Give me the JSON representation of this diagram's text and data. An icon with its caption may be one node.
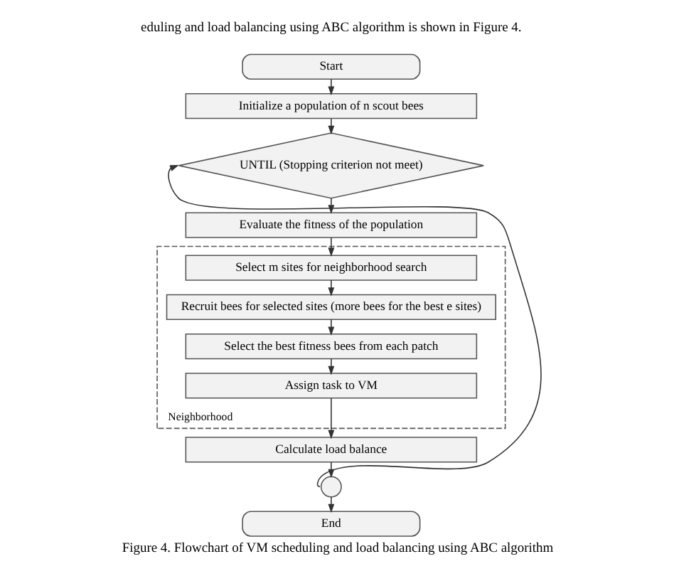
{
  "diagram": {
    "caption": "Figure 4. Flowchart of VM scheduling and load balancing using ABC algorithm",
    "nodes": [
      {
        "text": [
          "Start"
        ]
      },
      {
        "text": [
          "Initialize a population of n scout bees"
        ]
      },
      {
        "text": [
          "UNTIL (Stopping criterion not meet)"
        ]
      },
      {
        "text": [
          "Evaluate the fitness of the population"
        ]
      },
      {
        "text": [
          "Neighborhood"
        ]
      },
      {
        "text": [
          "Select m sites for neighborhood search"
        ],
        "in": 4
      },
      {
        "text": [
          "Recruit bees for selected sites (more bees for the best e sites)"
        ],
        "in": 4
      },
      {
        "text": [
          "Select the best fitness bees from each patch"
        ],
        "in": 4
      },
      {
        "text": [
          "Assign task to VM"
        ],
        "in": 4
      },
      {
        "text": [
          "Calculate load balance"
        ]
      },
      {
        "text": [],
        "shape": "circle"
      },
      {
        "text": [
          "End"
        ]
      }
    ],
    "edges": [
      {
        "from": 0,
        "to": 1,
        "arrow": "to"
      },
      {
        "from": 1,
        "to": 2,
        "arrow": "to"
      },
      {
        "from": 2,
        "to": 3,
        "arrow": "to"
      },
      {
        "from": 3,
        "to": 5,
        "arrow": "to"
      },
      {
        "from": 5,
        "to": 6,
        "arrow": "to"
      },
      {
        "from": 6,
        "to": 7,
        "arrow": "to"
      },
      {
        "from": 7,
        "to": 8,
        "arrow": "to"
      },
      {
        "from": 8,
        "to": 9,
        "arrow": "to"
      },
      {
        "from": 9,
        "to": 10,
        "arrow": "to"
      },
      {
        "from": 10,
        "to": 11,
        "arrow": "to"
      },
      {
        "from": 10,
        "to": 2,
        "arrow": "to"
      }
    ],
    "labels": [
      "eduling and load balancing using ABC algorithm is shown in Figure 4."
    ]
  }
}
